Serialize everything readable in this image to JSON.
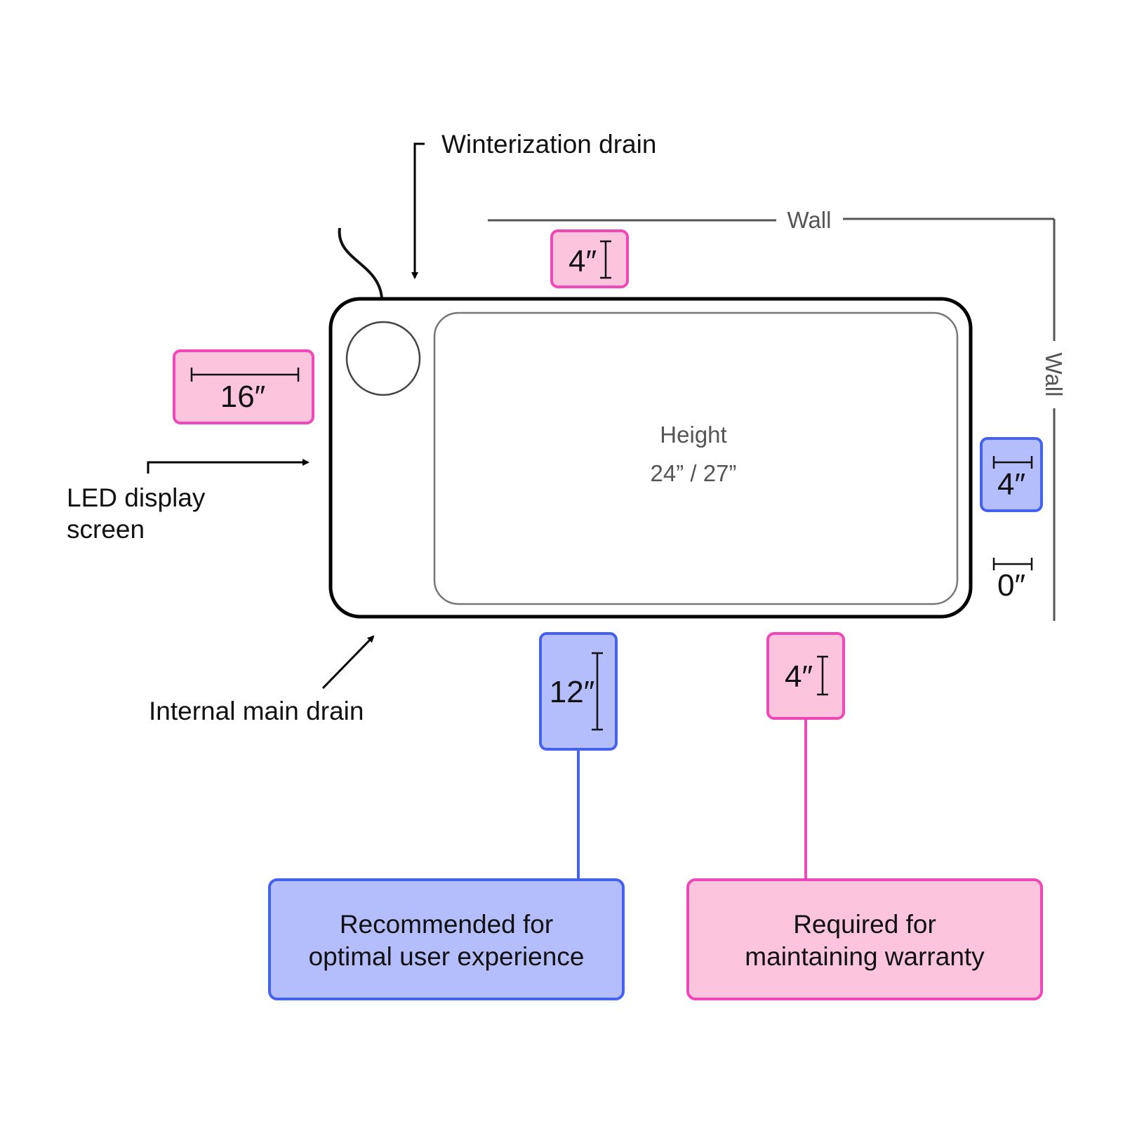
{
  "labels": {
    "winterization_drain": "Winterization drain",
    "led_display_line1": "LED display",
    "led_display_line2": "screen",
    "internal_main_drain": "Internal main drain",
    "wall_top": "Wall",
    "wall_right": "Wall"
  },
  "tub": {
    "height_title": "Height",
    "height_value": "24” / 27”"
  },
  "clearances": {
    "left": "16″",
    "top": "4″",
    "right_blue": "4″",
    "right_zero": "0″",
    "bottom_blue": "12″",
    "bottom_pink": "4″"
  },
  "legend": {
    "recommended_line1": "Recommended for",
    "recommended_line2": "optimal user experience",
    "required_line1": "Required for",
    "required_line2": "maintaining warranty"
  },
  "colors": {
    "pink_fill": "#fcc5dd",
    "pink_border": "#f048b8",
    "blue_fill": "#b4befc",
    "blue_border": "#4562ee"
  }
}
